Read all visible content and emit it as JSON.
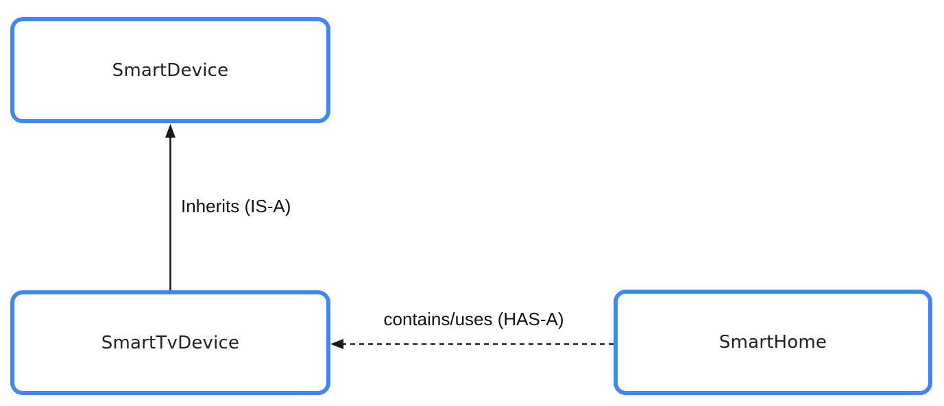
{
  "diagram": {
    "type": "class-relationship-diagram",
    "nodes": [
      {
        "id": "smart-device",
        "label": "SmartDevice"
      },
      {
        "id": "smart-tv-device",
        "label": "SmartTvDevice"
      },
      {
        "id": "smart-home",
        "label": "SmartHome"
      }
    ],
    "edges": [
      {
        "from": "SmartTvDevice",
        "to": "SmartDevice",
        "label": "Inherits (IS-A)",
        "style": "solid",
        "direction": "up"
      },
      {
        "from": "SmartHome",
        "to": "SmartTvDevice",
        "label": "contains/uses (HAS-A)",
        "style": "dashed",
        "direction": "left"
      }
    ],
    "colors": {
      "node_border": "#4285F4",
      "node_fill": "#FFFFFF",
      "node_text": "#202124",
      "arrow": "#000000",
      "label_text": "#111111",
      "background": "#FFFFFF"
    }
  }
}
